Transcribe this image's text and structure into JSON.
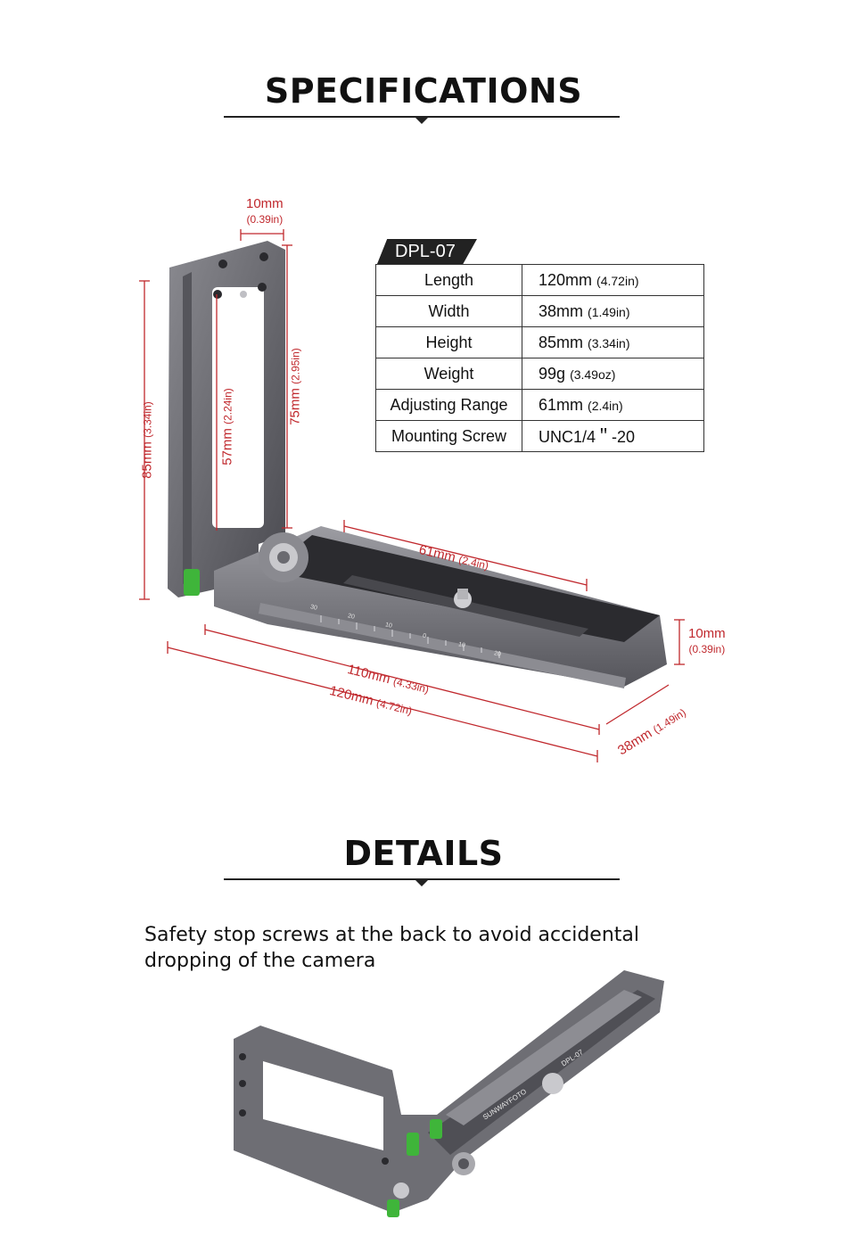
{
  "specifications": {
    "title": "SPECIFICATIONS",
    "model": "DPL-07",
    "rows": [
      {
        "label": "Length",
        "value": "120mm",
        "unit": "(4.72in)"
      },
      {
        "label": "Width",
        "value": "38mm",
        "unit": "(1.49in)"
      },
      {
        "label": "Height",
        "value": "85mm",
        "unit": "(3.34in)"
      },
      {
        "label": "Weight",
        "value": "99g",
        "unit": "(3.49oz)"
      },
      {
        "label": "Adjusting Range",
        "value": "61mm",
        "unit": "(2.4in)"
      },
      {
        "label": "Mounting Screw",
        "value": "UNC1/4＂-20",
        "unit": ""
      }
    ]
  },
  "dimensions": {
    "top_width": {
      "mm": "10mm",
      "in": "(0.39in)"
    },
    "height_total": {
      "mm": "85mm",
      "in": "(3.34in)"
    },
    "inner_height": {
      "mm": "57mm",
      "in": "(2.24in)"
    },
    "vertical_slot": {
      "mm": "75mm",
      "in": "(2.95in)"
    },
    "adjust_range": {
      "mm": "61mm",
      "in": "(2.4in)"
    },
    "thickness": {
      "mm": "10mm",
      "in": "(0.39in)"
    },
    "length_inner": {
      "mm": "110mm",
      "in": "(4.33in)"
    },
    "length_total": {
      "mm": "120mm",
      "in": "(4.72in)"
    },
    "width": {
      "mm": "38mm",
      "in": "(1.49in)"
    }
  },
  "details": {
    "title": "DETAILS",
    "line1": "Safety stop screws at the back to avoid accidental",
    "line2": "dropping of the camera"
  },
  "product_marks": {
    "brand": "SUNWAYFOTO",
    "model": "DPL-07",
    "scale_labels": [
      "30",
      "20",
      "10",
      "0",
      "10",
      "20"
    ]
  },
  "colors": {
    "accent_red": "#c0282d",
    "bracket_grey": "#6e6e74",
    "bubble_green": "#3fb53a"
  }
}
